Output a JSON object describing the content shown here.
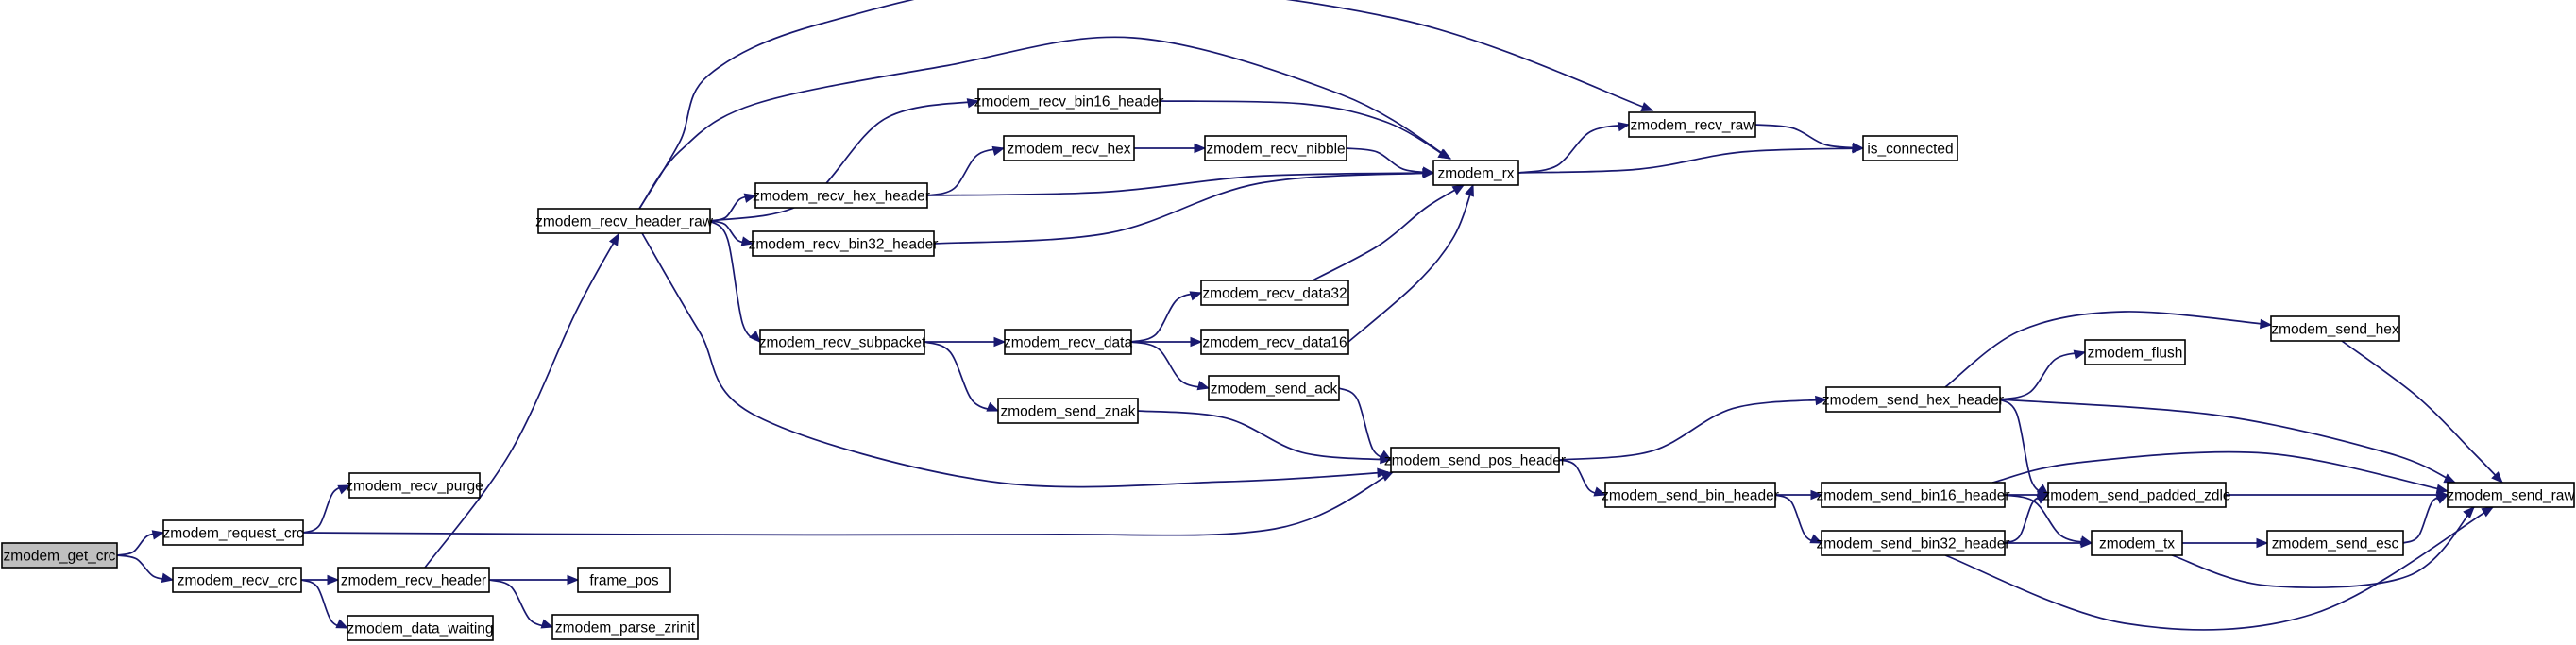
{
  "nodes": [
    {
      "id": "zmodem_get_crc",
      "label": "zmodem_get_crc",
      "root": true
    },
    {
      "id": "zmodem_request_crc",
      "label": "zmodem_request_crc"
    },
    {
      "id": "zmodem_recv_crc",
      "label": "zmodem_recv_crc"
    },
    {
      "id": "zmodem_recv_purge",
      "label": "zmodem_recv_purge"
    },
    {
      "id": "zmodem_recv_header",
      "label": "zmodem_recv_header"
    },
    {
      "id": "zmodem_data_waiting",
      "label": "zmodem_data_waiting"
    },
    {
      "id": "frame_pos",
      "label": "frame_pos"
    },
    {
      "id": "zmodem_parse_zrinit",
      "label": "zmodem_parse_zrinit"
    },
    {
      "id": "zmodem_recv_header_raw",
      "label": "zmodem_recv_header_raw"
    },
    {
      "id": "zmodem_recv_bin16_header",
      "label": "zmodem_recv_bin16_header"
    },
    {
      "id": "zmodem_recv_hex",
      "label": "zmodem_recv_hex"
    },
    {
      "id": "zmodem_recv_nibble",
      "label": "zmodem_recv_nibble"
    },
    {
      "id": "zmodem_recv_hex_header",
      "label": "zmodem_recv_hex_header"
    },
    {
      "id": "zmodem_recv_bin32_header",
      "label": "zmodem_recv_bin32_header"
    },
    {
      "id": "zmodem_recv_subpacket",
      "label": "zmodem_recv_subpacket"
    },
    {
      "id": "zmodem_recv_data",
      "label": "zmodem_recv_data"
    },
    {
      "id": "zmodem_recv_data32",
      "label": "zmodem_recv_data32"
    },
    {
      "id": "zmodem_recv_data16",
      "label": "zmodem_recv_data16"
    },
    {
      "id": "zmodem_send_znak",
      "label": "zmodem_send_znak"
    },
    {
      "id": "zmodem_send_ack",
      "label": "zmodem_send_ack"
    },
    {
      "id": "zmodem_rx",
      "label": "zmodem_rx"
    },
    {
      "id": "zmodem_recv_raw",
      "label": "zmodem_recv_raw"
    },
    {
      "id": "is_connected",
      "label": "is_connected"
    },
    {
      "id": "zmodem_send_pos_header",
      "label": "zmodem_send_pos_header"
    },
    {
      "id": "zmodem_send_hex_header",
      "label": "zmodem_send_hex_header"
    },
    {
      "id": "zmodem_send_bin_header",
      "label": "zmodem_send_bin_header"
    },
    {
      "id": "zmodem_send_bin16_header",
      "label": "zmodem_send_bin16_header"
    },
    {
      "id": "zmodem_send_bin32_header",
      "label": "zmodem_send_bin32_header"
    },
    {
      "id": "zmodem_flush",
      "label": "zmodem_flush"
    },
    {
      "id": "zmodem_send_hex",
      "label": "zmodem_send_hex"
    },
    {
      "id": "zmodem_send_padded_zdle",
      "label": "zmodem_send_padded_zdle"
    },
    {
      "id": "zmodem_tx",
      "label": "zmodem_tx"
    },
    {
      "id": "zmodem_send_esc",
      "label": "zmodem_send_esc"
    },
    {
      "id": "zmodem_send_raw",
      "label": "zmodem_send_raw"
    }
  ],
  "edges": [
    [
      "zmodem_get_crc",
      "zmodem_request_crc"
    ],
    [
      "zmodem_get_crc",
      "zmodem_recv_crc"
    ],
    [
      "zmodem_request_crc",
      "zmodem_recv_purge"
    ],
    [
      "zmodem_request_crc",
      "zmodem_send_pos_header"
    ],
    [
      "zmodem_recv_crc",
      "zmodem_recv_header"
    ],
    [
      "zmodem_recv_crc",
      "zmodem_data_waiting"
    ],
    [
      "zmodem_recv_header",
      "frame_pos"
    ],
    [
      "zmodem_recv_header",
      "zmodem_parse_zrinit"
    ],
    [
      "zmodem_recv_header",
      "zmodem_recv_header_raw"
    ],
    [
      "zmodem_recv_header_raw",
      "zmodem_recv_raw"
    ],
    [
      "zmodem_recv_header_raw",
      "zmodem_rx"
    ],
    [
      "zmodem_recv_header_raw",
      "zmodem_recv_bin16_header"
    ],
    [
      "zmodem_recv_header_raw",
      "zmodem_recv_hex_header"
    ],
    [
      "zmodem_recv_header_raw",
      "zmodem_recv_bin32_header"
    ],
    [
      "zmodem_recv_header_raw",
      "zmodem_recv_subpacket"
    ],
    [
      "zmodem_recv_header_raw",
      "zmodem_send_pos_header"
    ],
    [
      "zmodem_recv_bin16_header",
      "zmodem_rx"
    ],
    [
      "zmodem_recv_hex_header",
      "zmodem_recv_hex"
    ],
    [
      "zmodem_recv_hex_header",
      "zmodem_rx"
    ],
    [
      "zmodem_recv_hex",
      "zmodem_recv_nibble"
    ],
    [
      "zmodem_recv_nibble",
      "zmodem_rx"
    ],
    [
      "zmodem_recv_bin32_header",
      "zmodem_rx"
    ],
    [
      "zmodem_recv_subpacket",
      "zmodem_recv_data"
    ],
    [
      "zmodem_recv_subpacket",
      "zmodem_send_znak"
    ],
    [
      "zmodem_recv_data",
      "zmodem_recv_data32"
    ],
    [
      "zmodem_recv_data",
      "zmodem_recv_data16"
    ],
    [
      "zmodem_recv_data",
      "zmodem_send_ack"
    ],
    [
      "zmodem_recv_data32",
      "zmodem_rx"
    ],
    [
      "zmodem_recv_data16",
      "zmodem_rx"
    ],
    [
      "zmodem_send_znak",
      "zmodem_send_pos_header"
    ],
    [
      "zmodem_send_ack",
      "zmodem_send_pos_header"
    ],
    [
      "zmodem_rx",
      "zmodem_recv_raw"
    ],
    [
      "zmodem_rx",
      "is_connected"
    ],
    [
      "zmodem_recv_raw",
      "is_connected"
    ],
    [
      "zmodem_send_pos_header",
      "zmodem_send_hex_header"
    ],
    [
      "zmodem_send_pos_header",
      "zmodem_send_bin_header"
    ],
    [
      "zmodem_send_hex_header",
      "zmodem_flush"
    ],
    [
      "zmodem_send_hex_header",
      "zmodem_send_hex"
    ],
    [
      "zmodem_send_hex_header",
      "zmodem_send_padded_zdle"
    ],
    [
      "zmodem_send_hex_header",
      "zmodem_send_raw"
    ],
    [
      "zmodem_send_bin_header",
      "zmodem_send_bin16_header"
    ],
    [
      "zmodem_send_bin_header",
      "zmodem_send_bin32_header"
    ],
    [
      "zmodem_send_bin16_header",
      "zmodem_send_padded_zdle"
    ],
    [
      "zmodem_send_bin16_header",
      "zmodem_send_raw"
    ],
    [
      "zmodem_send_bin16_header",
      "zmodem_tx"
    ],
    [
      "zmodem_send_bin32_header",
      "zmodem_send_padded_zdle"
    ],
    [
      "zmodem_send_bin32_header",
      "zmodem_tx"
    ],
    [
      "zmodem_send_bin32_header",
      "zmodem_send_raw"
    ],
    [
      "zmodem_send_hex",
      "zmodem_send_raw"
    ],
    [
      "zmodem_send_padded_zdle",
      "zmodem_send_raw"
    ],
    [
      "zmodem_tx",
      "zmodem_send_esc"
    ],
    [
      "zmodem_tx",
      "zmodem_send_raw"
    ],
    [
      "zmodem_send_esc",
      "zmodem_send_raw"
    ]
  ],
  "colors": {
    "edge": "#191970",
    "node_border": "#000000",
    "node_fill": "#ffffff",
    "root_fill": "#bfbfbf"
  }
}
